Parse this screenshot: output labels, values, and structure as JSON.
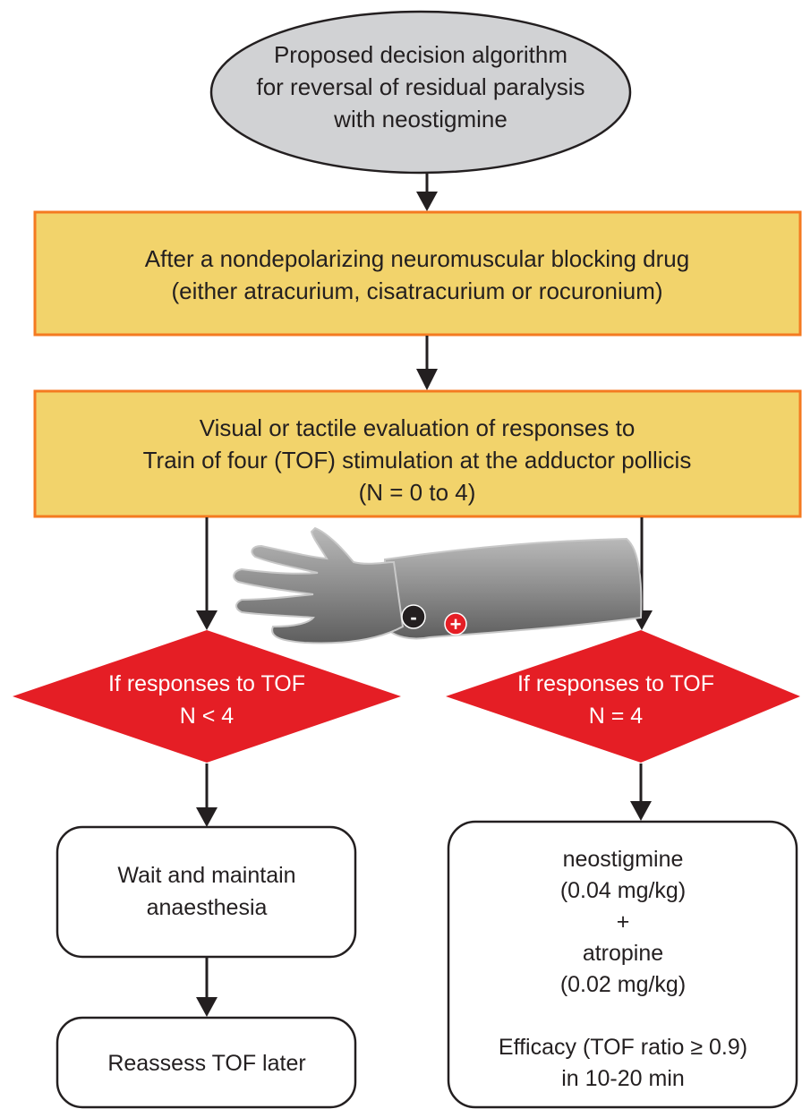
{
  "colors": {
    "ellipse_fill": "#d1d2d4",
    "step_fill": "#f2d36b",
    "step_border": "#f47a20",
    "decision_fill": "#e51e25",
    "decision_text": "#ffffff",
    "outline": "#231f20"
  },
  "start": {
    "lines": [
      "Proposed decision algorithm",
      "for reversal of residual paralysis",
      "with neostigmine"
    ]
  },
  "step1": {
    "lines": [
      "After a nondepolarizing neuromuscular blocking drug",
      "(either atracurium, cisatracurium or rocuronium)"
    ]
  },
  "step2": {
    "lines": [
      "Visual or tactile evaluation of responses to",
      "Train of four (TOF) stimulation at the adductor pollicis",
      "(N  = 0 to 4)"
    ]
  },
  "electrodes": {
    "negative": "-",
    "positive": "+"
  },
  "decision_left": {
    "lines": [
      "If responses to TOF",
      "N < 4"
    ]
  },
  "decision_right": {
    "lines": [
      "If responses to TOF",
      "N = 4"
    ]
  },
  "wait_box": {
    "lines": [
      "Wait and maintain",
      "anaesthesia"
    ]
  },
  "reassess_box": {
    "lines": [
      "Reassess TOF later"
    ]
  },
  "treatment_box": {
    "lines": [
      "neostigmine",
      "(0.04 mg/kg)",
      "+",
      "atropine",
      "(0.02 mg/kg)",
      "",
      "Efficacy (TOF ratio ≥ 0.9)",
      "in 10-20 min"
    ]
  }
}
